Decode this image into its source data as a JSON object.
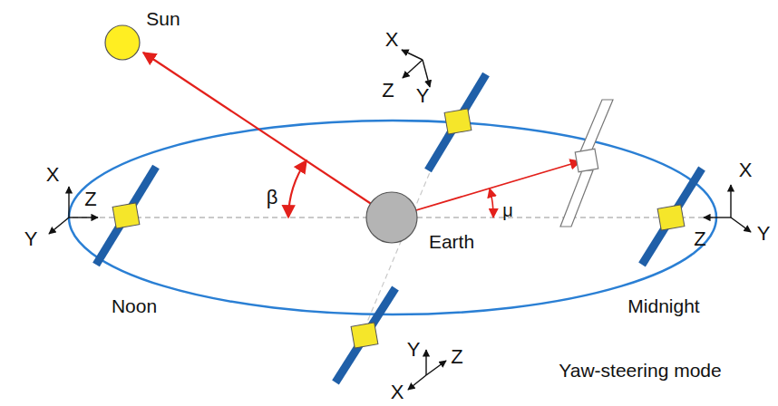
{
  "diagram": {
    "labels": [
      "Sun",
      "β",
      "Earth",
      "μ",
      "Noon",
      "Midnight",
      "Yaw-steering mode",
      "X",
      "Y",
      "Z",
      "X",
      "Z",
      "Y",
      "X",
      "Y",
      "Z",
      "Y",
      "Z",
      "X"
    ]
  }
}
